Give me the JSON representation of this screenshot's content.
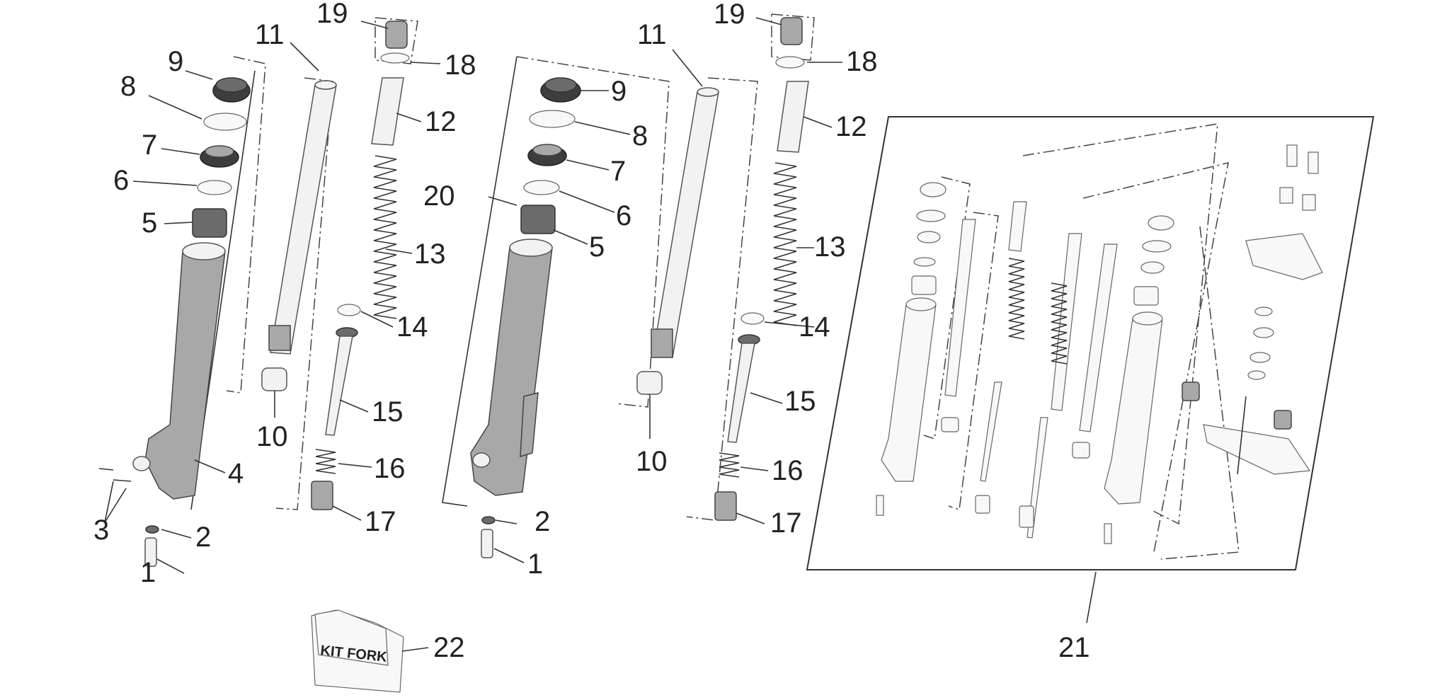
{
  "labels": {
    "l1a": "1",
    "l2a": "2",
    "l3": "3",
    "l4": "4",
    "l5a": "5",
    "l6a": "6",
    "l7a": "7",
    "l8a": "8",
    "l9a": "9",
    "l10a": "10",
    "l11a": "11",
    "l12a": "12",
    "l13a": "13",
    "l14a": "14",
    "l15a": "15",
    "l16a": "16",
    "l17a": "17",
    "l18a": "18",
    "l19a": "19",
    "l20": "20",
    "l1b": "1",
    "l2b": "2",
    "l5b": "5",
    "l6b": "6",
    "l7b": "7",
    "l8b": "8",
    "l9b": "9",
    "l10b": "10",
    "l11b": "11",
    "l12b": "12",
    "l13b": "13",
    "l14b": "14",
    "l15b": "15",
    "l16b": "16",
    "l17b": "17",
    "l18b": "18",
    "l19b": "19",
    "l21": "21",
    "l22": "22"
  },
  "kit_bag_text": "KIT FORK"
}
